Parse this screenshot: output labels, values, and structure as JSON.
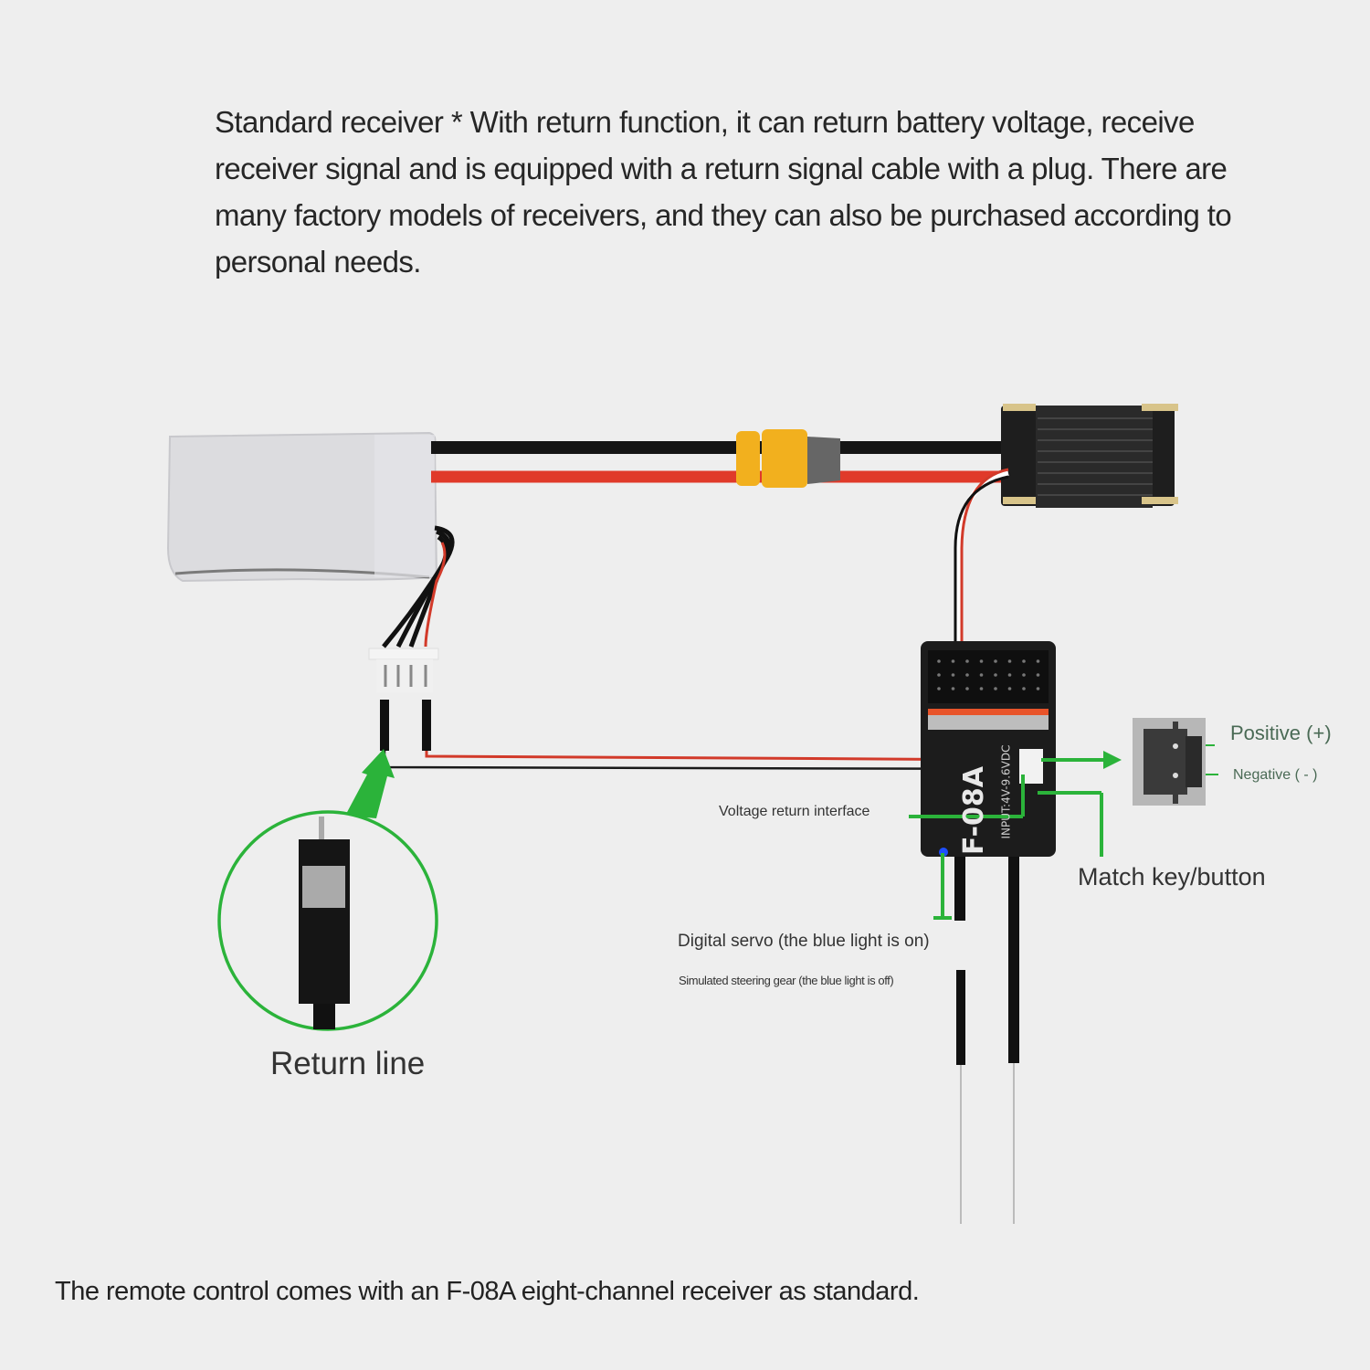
{
  "description": {
    "intro_text": "Standard receiver * With return function, it can return battery voltage, receive receiver signal and is equipped with a return signal cable with a plug. There are many factory models of receivers, and they can also be purchased according to personal needs.",
    "footer_text": "The remote control comes with an F-08A eight-channel receiver as standard."
  },
  "receiver": {
    "model": "F-08A",
    "input_rating": "INPUT:4V-9.6VDC",
    "channels": 8
  },
  "labels": {
    "voltage_return": "Voltage return interface",
    "digital_servo": "Digital servo (the blue light is on)",
    "simulated_gear": "Simulated steering gear (the blue light is off)",
    "match_key": "Match key/button",
    "return_line": "Return line",
    "positive": "Positive (+)",
    "negative": "Negative ( - )"
  },
  "colors": {
    "background": "#eeeeee",
    "callout_green": "#2bb33a",
    "wire_red": "#e0352b",
    "wire_black": "#1a1a1a",
    "connector_yellow": "#f2b01e",
    "led_blue": "#1e4fff",
    "receiver_body": "#1c1c1c"
  },
  "components": [
    "lipo-battery",
    "xt60-connector",
    "esc",
    "balance-connector",
    "receiver",
    "return-line-plug",
    "antennas"
  ]
}
